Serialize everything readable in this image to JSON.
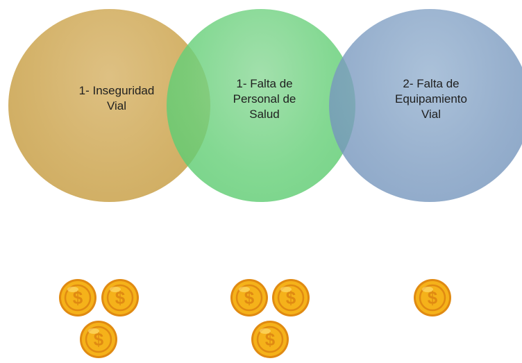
{
  "circles": [
    {
      "text": "1- Inseguridad Vial",
      "color": "#d2af63",
      "coins": 3
    },
    {
      "text": "1- Falta de Personal de Salud",
      "color": "#68d07a",
      "coins": 3
    },
    {
      "text": "2- Falta de Equipamiento Vial",
      "color": "#7d9cc1",
      "coins": 1
    }
  ],
  "labels": {
    "c1_line1": "1- Inseguridad",
    "c1_line2": "Vial",
    "c2_line1": "1- Falta de",
    "c2_line2": "Personal de",
    "c2_line3": "Salud",
    "c3_line1": "2- Falta de",
    "c3_line2": "Equipamiento",
    "c3_line3": "Vial"
  },
  "coin": {
    "symbol": "$",
    "icon": "dollar-coin-icon",
    "face_color": "#f5b21a",
    "rim_color": "#e08a12"
  }
}
